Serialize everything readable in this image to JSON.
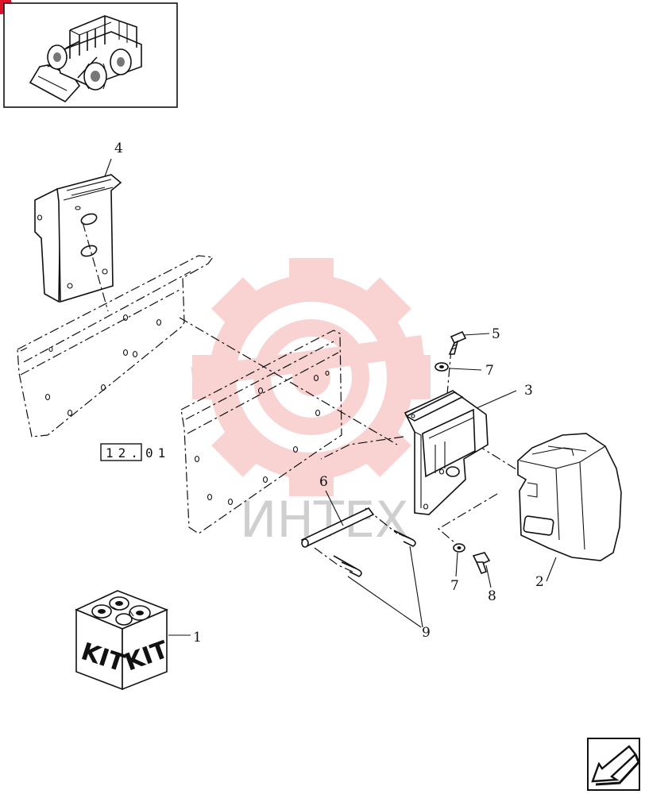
{
  "callouts": {
    "c1": "1",
    "c2": "2",
    "c3": "3",
    "c4": "4",
    "c5": "5",
    "c6": "6",
    "c7a": "7",
    "c7b": "7",
    "c8": "8",
    "c9": "9"
  },
  "reference": {
    "box": "12.",
    "rest": "01"
  },
  "kit": {
    "left": "KIT",
    "right": "KIT"
  },
  "watermark": {
    "text": "ИНТЕХ",
    "color": "#f0a8a8"
  },
  "icons": {
    "thumbnail": "skid-steer-loader-icon",
    "nav": "previous-page-arrow-icon",
    "corner": "corner-marker-icon"
  },
  "colors": {
    "accent": "#e0142c",
    "ink": "#111111"
  }
}
